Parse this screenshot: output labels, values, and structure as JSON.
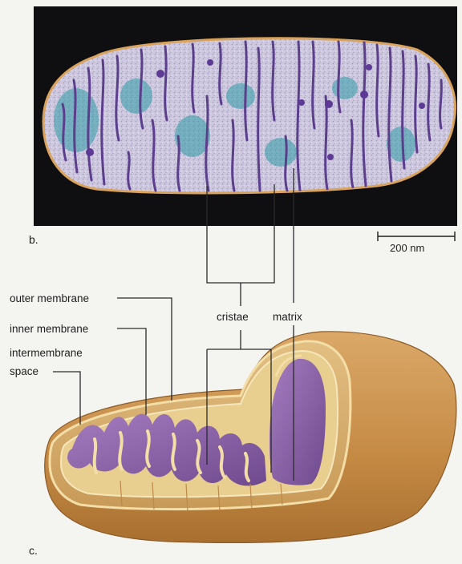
{
  "panels": {
    "b": {
      "letter": "b.",
      "scale_bar_label": "200 nm"
    },
    "c": {
      "letter": "c."
    }
  },
  "labels": {
    "outer_membrane": "outer membrane",
    "inner_membrane": "inner membrane",
    "intermembrane_space_line1": "intermembrane",
    "intermembrane_space_line2": "space",
    "cristae": "cristae",
    "matrix": "matrix"
  },
  "colors": {
    "micrograph_background": "#0f0f12",
    "micrograph_matrix": "#c9c4dc",
    "micrograph_cristae": "#5b3f8c",
    "micrograph_granules": "#2e9aa6",
    "micrograph_rim": "#d9a35c",
    "outer_membrane": "#c9904a",
    "inner_membrane": "#e9cf8f",
    "intermembrane_space": "#d6a764",
    "matrix": "#8a5fa6",
    "leader_line": "#2a2a2a"
  }
}
